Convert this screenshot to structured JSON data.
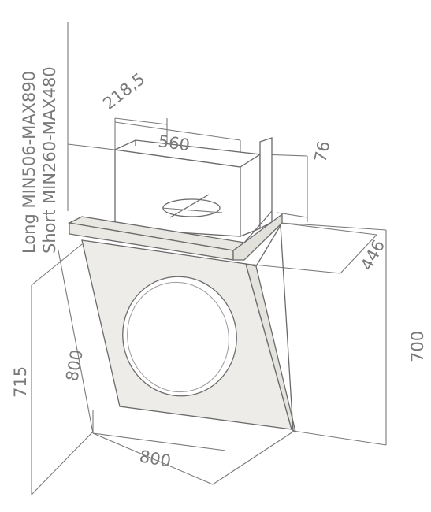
{
  "labels": {
    "height_long": "Long MIN506-MAX890",
    "height_short": "Short MIN260-MAX480",
    "chimney_depth": "218,5",
    "chimney_width": "560",
    "bracket_height": "76",
    "canopy_depth": "446",
    "total_height": "700",
    "panel_height": "800",
    "side_height": "715",
    "panel_width": "800"
  },
  "colors": {
    "line": "#6b6b6b",
    "panel": "#eeece8",
    "bar": "#e9e7e2",
    "text": "#7a7a7a"
  }
}
